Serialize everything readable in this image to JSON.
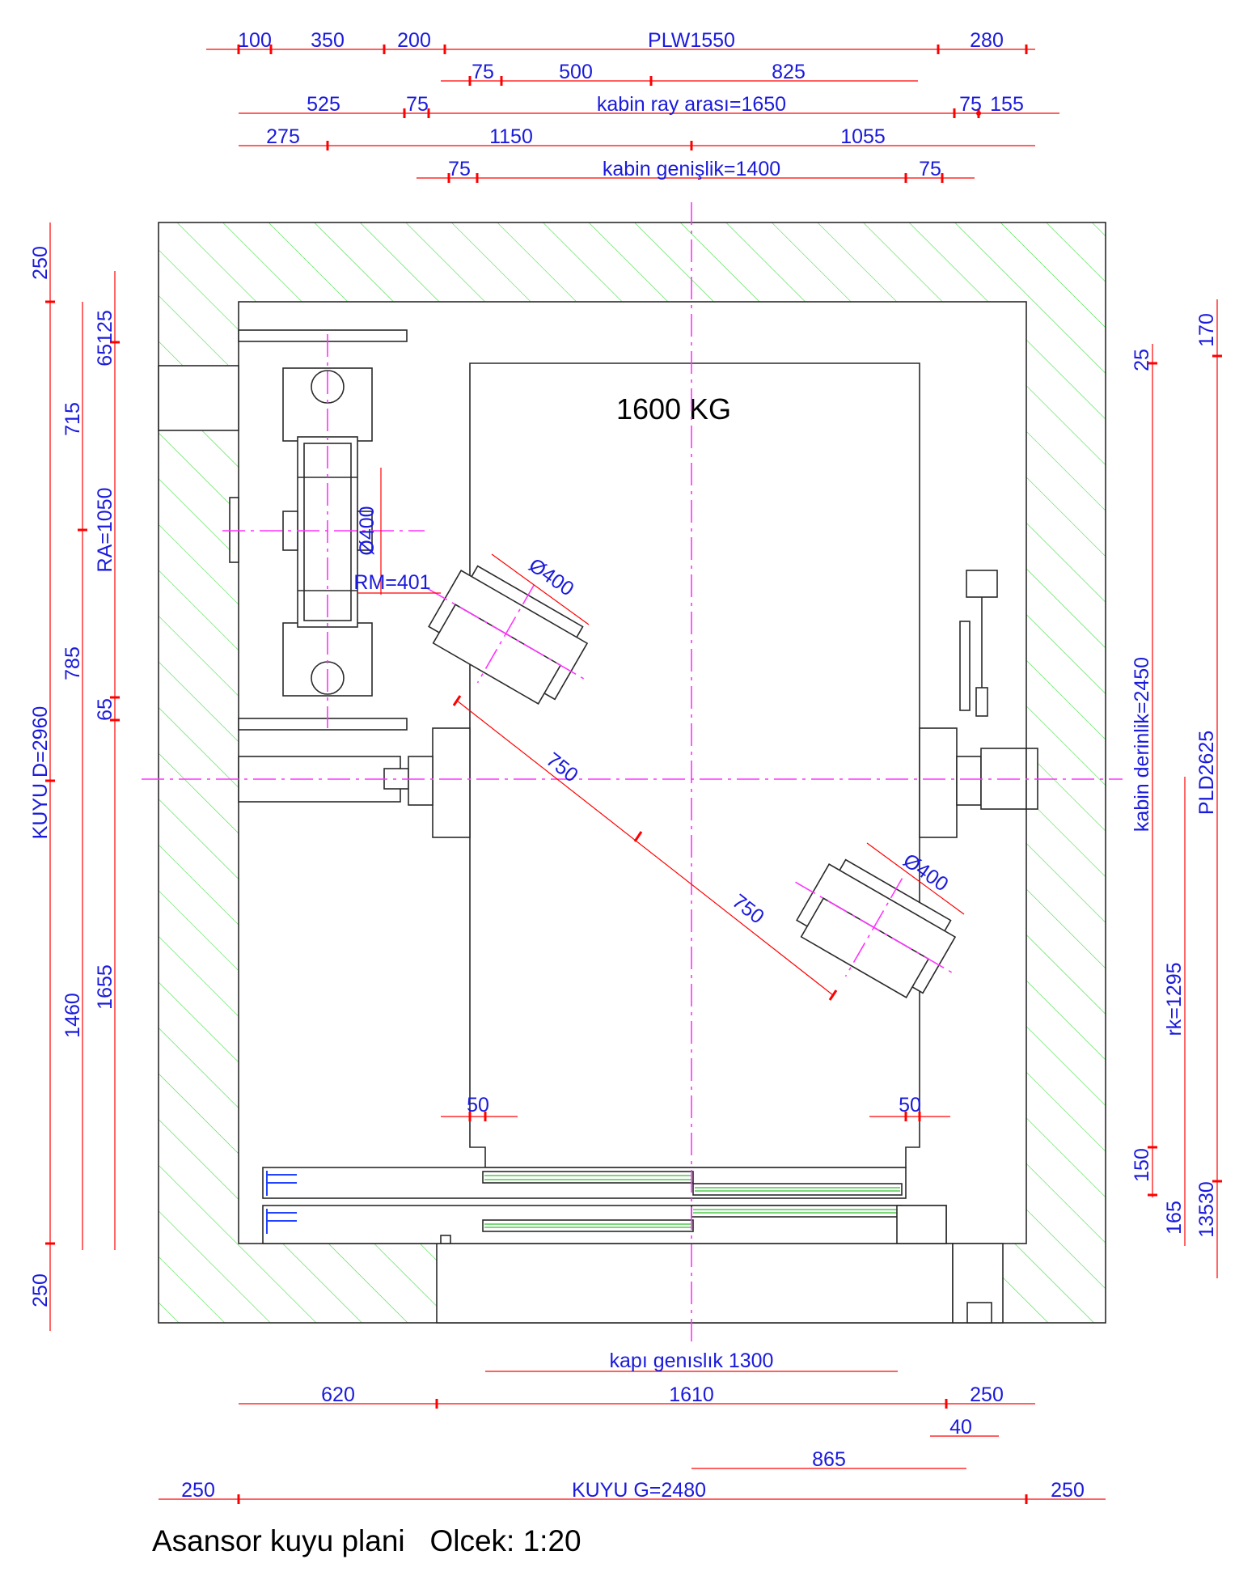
{
  "capacity_label": "1600 KG",
  "caption": "Asansor kuyu plani   Olcek: 1:20",
  "top_dimensions": {
    "row1": [
      "100",
      "350",
      "200",
      "PLW1550",
      "280"
    ],
    "row2": [
      "75",
      "500",
      "825"
    ],
    "row3": [
      "525",
      "75",
      "kabin  ray arası=1650",
      "75",
      "155"
    ],
    "row4": [
      "275",
      "1150",
      "1055"
    ],
    "row5": [
      "75",
      "kabin genişlik=1400",
      "75"
    ]
  },
  "left_dimensions": [
    "250",
    "715",
    "785",
    "1460",
    "250",
    "KUYU D=2960"
  ],
  "left_inner_dimensions": [
    "65125",
    "RA=1050",
    "65",
    "1655"
  ],
  "right_dimensions": [
    "25",
    "kabin derinlik=2450",
    "rk=1295",
    "150",
    "165",
    "170",
    "PLD2625",
    "13530"
  ],
  "bottom_dimensions": {
    "door_width": "kapı genıslık 1300",
    "row1": [
      "620",
      "1610",
      "250"
    ],
    "row2": [
      "40"
    ],
    "row3": [
      "865"
    ],
    "row4": [
      "250",
      "KUYU G=2480",
      "250"
    ]
  },
  "interior_labels": {
    "rail_diameter": "Ø400",
    "rm": "RM=401",
    "pulley_top": "Ø400",
    "pulley_bottom": "Ø400",
    "diag_upper": "750",
    "diag_lower": "750",
    "left_50": "50",
    "right_50": "50"
  },
  "colors": {
    "dimension_text": "#1a1adc",
    "dimension_line": "#ff0000",
    "hatch": "#33dd33",
    "axis": "#ff33ff",
    "outline": "#2a2a2a"
  }
}
